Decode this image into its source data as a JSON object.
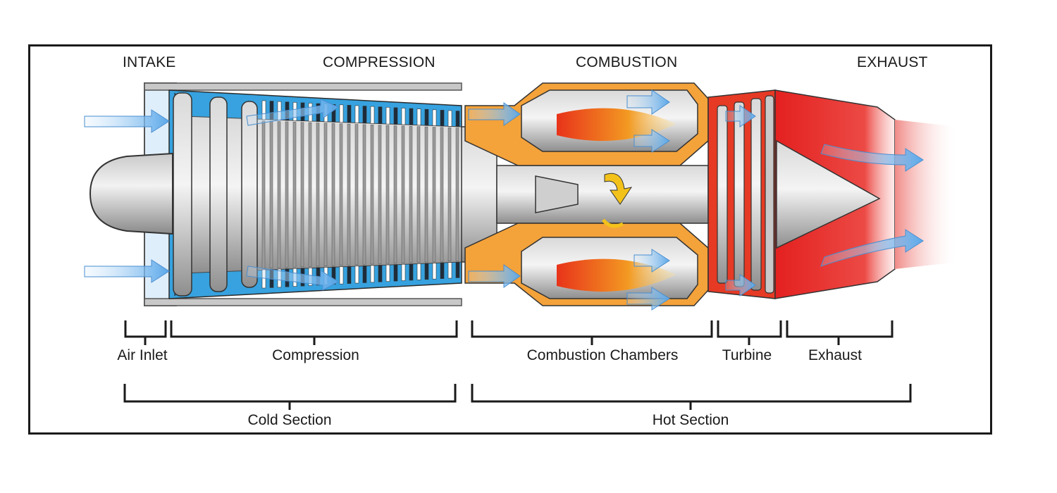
{
  "stages": {
    "intake": "INTAKE",
    "compression": "COMPRESSION",
    "combustion": "COMBUSTION",
    "exhaust": "EXHAUST"
  },
  "parts": {
    "air_inlet": "Air Inlet",
    "compression": "Compression",
    "combustion_chambers": "Combustion Chambers",
    "turbine": "Turbine",
    "exhaust": "Exhaust"
  },
  "sections": {
    "cold": "Cold Section",
    "hot": "Hot Section"
  },
  "colors": {
    "airflow": "#6fb4ec",
    "compressor_blue": "#2d9fe0",
    "combustion_orange": "#f08a1c",
    "exhaust_red": "#e8252a",
    "metal": "#a9a9a9",
    "outline": "#1a1a1a"
  }
}
